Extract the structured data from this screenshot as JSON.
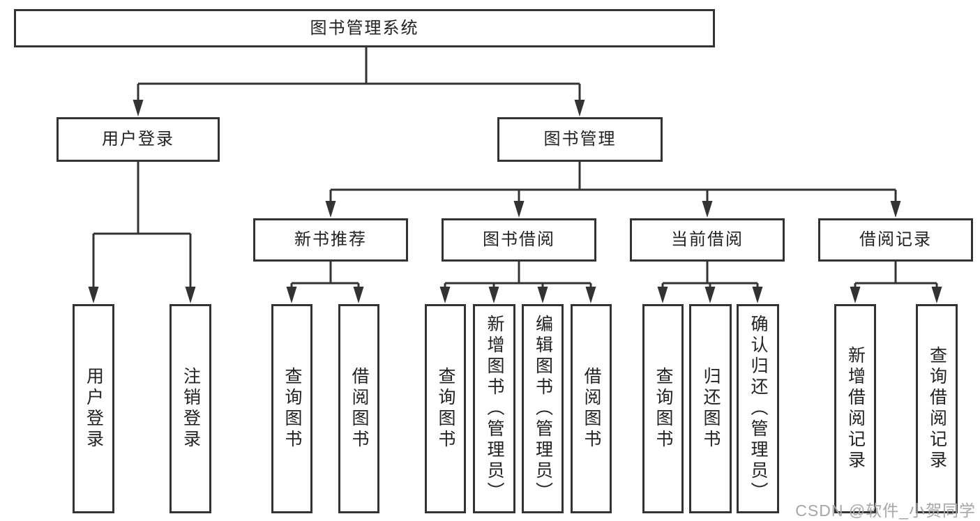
{
  "colors": {
    "line": "#333333",
    "box_border": "#333333",
    "text": "#222222",
    "watermark": "#a6a6a6",
    "background": "#ffffff"
  },
  "diagram": {
    "root": "图书管理系统",
    "branches": [
      {
        "label": "用户登录",
        "children": [
          "用户登录",
          "注销登录"
        ]
      },
      {
        "label": "图书管理",
        "sections": [
          {
            "label": "新书推荐",
            "children": [
              "查询图书",
              "借阅图书"
            ]
          },
          {
            "label": "图书借阅",
            "children": [
              "查询图书",
              "新增图书（管理员）",
              "编辑图书（管理员）",
              "借阅图书"
            ]
          },
          {
            "label": "当前借阅",
            "children": [
              "查询图书",
              "归还图书",
              "确认归还（管理员）"
            ]
          },
          {
            "label": "借阅记录",
            "children": [
              "新增借阅记录",
              "查询借阅记录"
            ]
          }
        ]
      }
    ]
  },
  "watermark": "CSDN @软件_小贺同学"
}
